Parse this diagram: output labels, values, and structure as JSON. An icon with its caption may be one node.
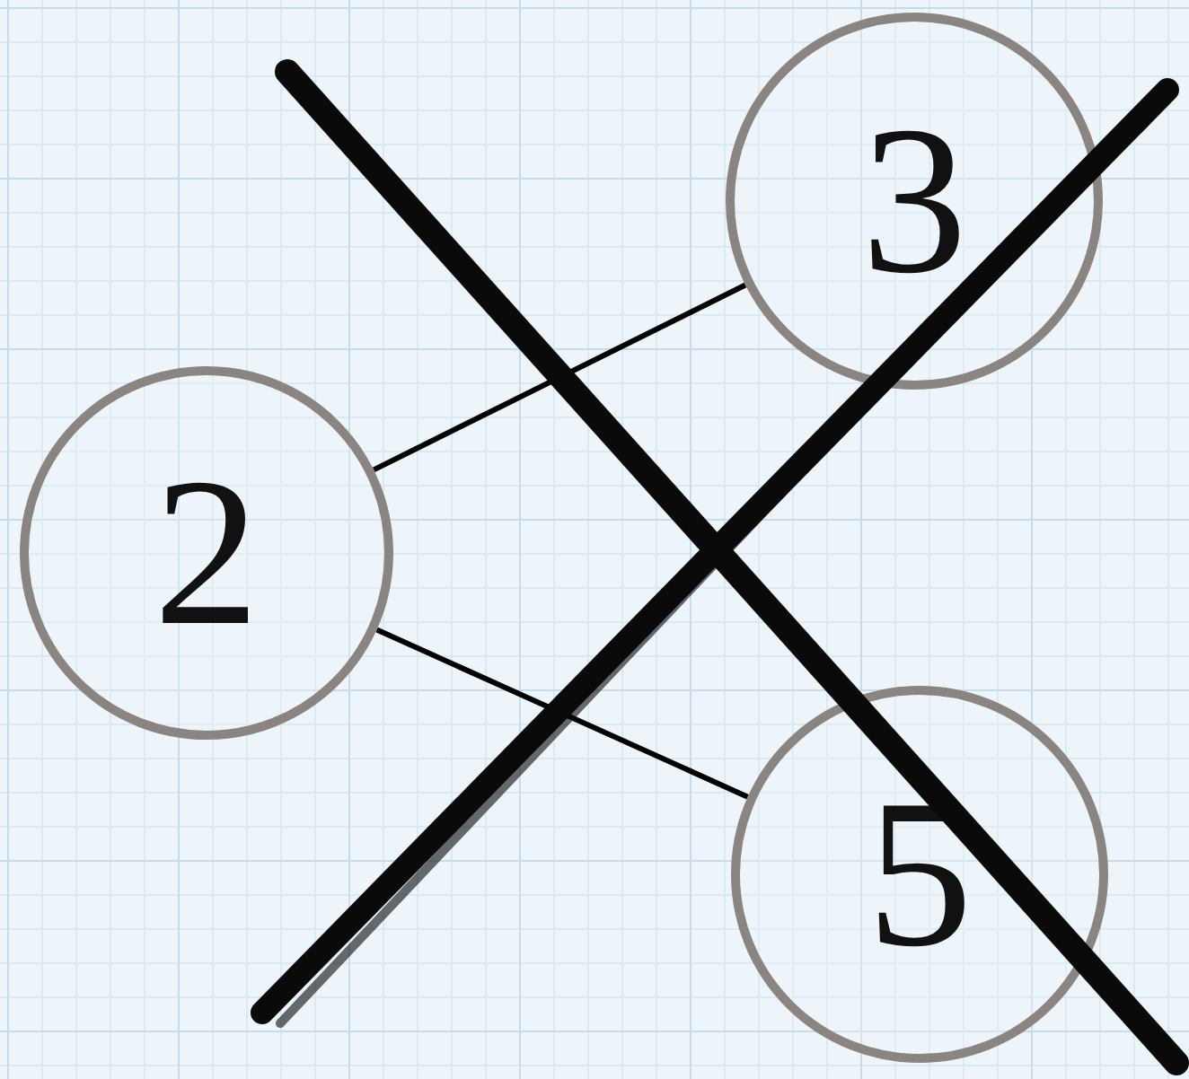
{
  "diagram": {
    "nodes": [
      {
        "text": [
          "2"
        ]
      },
      {
        "text": [
          "3"
        ]
      },
      {
        "text": [
          "5"
        ]
      }
    ],
    "edges": [
      {
        "from": 0,
        "to": 1,
        "arrow": "none"
      },
      {
        "from": 0,
        "to": 2,
        "arrow": "none"
      }
    ]
  }
}
